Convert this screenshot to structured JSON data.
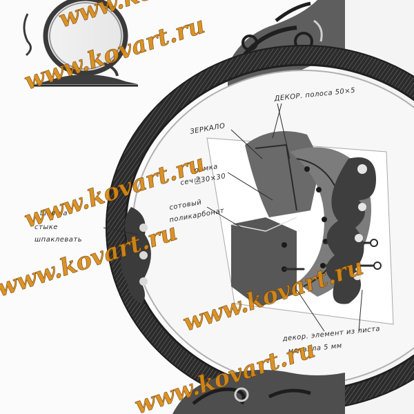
{
  "watermark": {
    "text": "www.kovart.ru",
    "color": "#d98a14"
  },
  "annotations": {
    "decor_strip": "ДЕКОР. полоса 50×5",
    "mirror": "ЗЕРКАЛО",
    "frame_line1": "рамка",
    "frame_line2": "сеч 2",
    "frame_line3": "□30×30",
    "cell": "сотовый",
    "polycarbonate": "поликарбонат",
    "seam_line1": "шов на",
    "seam_line2": "стыке",
    "seam_line3": "шпаклевать",
    "decor_element_line1": "декор. элемент из листа",
    "decor_element_line2": "металла 5 мм"
  },
  "palette": {
    "ink": "#2a2a2a",
    "shade": "#6e6e6e",
    "light": "#bfbfbf",
    "paper": "#fbfbfb"
  }
}
